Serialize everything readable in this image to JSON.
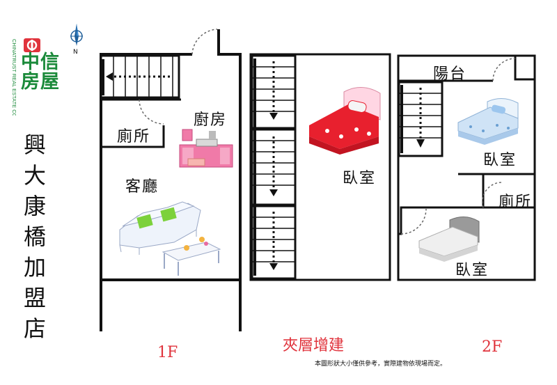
{
  "logo": {
    "company_cn": "中信房屋",
    "company_en": "CHINATRUST REAL ESTATE CO.",
    "brand_color": "#1b8a3a",
    "accent_color": "#e0333c"
  },
  "compass": {
    "label": "N"
  },
  "listing_title": [
    "興",
    "大",
    "康",
    "橋",
    "加",
    "盟",
    "店"
  ],
  "rooms": {
    "restroom_1f": "廁所",
    "kitchen": "廚房",
    "living_room": "客廳",
    "bedroom_mezz": "臥室",
    "balcony": "陽台",
    "bedroom_2f_a": "臥室",
    "restroom_2f": "廁所",
    "bedroom_2f_b": "臥室"
  },
  "floors": {
    "first": "1F",
    "mezzanine": "夾層增建",
    "second": "2F"
  },
  "disclaimer": "本圖形狀大小僅供參考，實際建物依現場而定。",
  "icons": [
    "compass-icon",
    "stairs-icon",
    "door-swing-icon",
    "kitchen-cabinet-icon",
    "sofa-icon",
    "coffee-table-icon",
    "bed-icon"
  ]
}
